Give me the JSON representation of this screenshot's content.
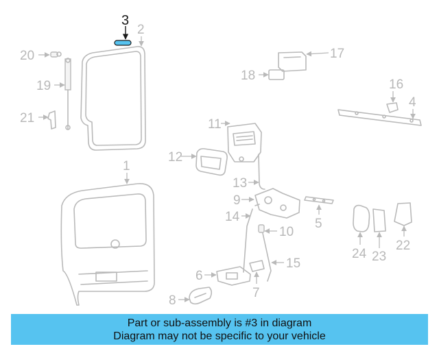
{
  "highlight_color": "#56c3f0",
  "callouts": {
    "n1": "1",
    "n2": "2",
    "n3": "3",
    "n4": "4",
    "n5": "5",
    "n6": "6",
    "n7": "7",
    "n8": "8",
    "n9": "9",
    "n10": "10",
    "n11": "11",
    "n12": "12",
    "n13": "13",
    "n14": "14",
    "n15": "15",
    "n16": "16",
    "n17": "17",
    "n18": "18",
    "n19": "19",
    "n20": "20",
    "n21": "21",
    "n22": "22",
    "n23": "23",
    "n24": "24"
  },
  "banner": {
    "line1": "Part or sub-assembly is #3 in diagram",
    "line2": "Diagram may not be specific to your vehicle"
  }
}
